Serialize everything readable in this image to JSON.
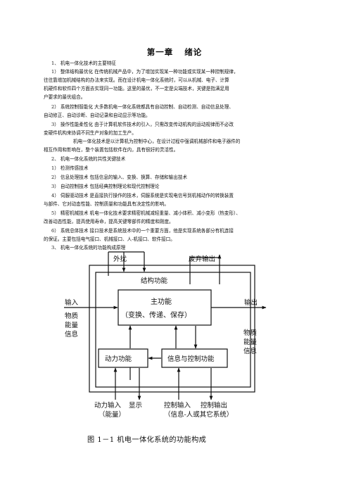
{
  "chapter": {
    "number": "第一章",
    "name": "绪论"
  },
  "lines": [
    "1、  机电一体化技术的主要特征",
    "1）  整体结构最优化  在传统机械产品中，为了增加实现某一种功能或实现某一种控制规律，",
    "往往靠增加机械结构的办法来实现。而在设计机电一体化系统时，可以从机械、电子、计算",
    "机硬件和软件四个方面去实现同一功能。这里的最优，不一定是尖端技术，关键是指满足用",
    "户要求的最优组合。",
    "2）  系统控制智能化  大多数机电一体化系统都具有自动控制、自动检测、自动信息处理、",
    "自动修正、自动诊断、自动记录和自动显示等功能。",
    "3）  操作性能柔性化  由于计算机软件技术的引入，只需改变传动机构的运动规律而不必改",
    "变硬件机构来协调不同生产对象的加工生产。",
    "机电一体化技术是以计算机为控制中心，在设计过程中强调机械部件和电子器件的",
    "相互作用和影响在，整个装置包括软件在内，具有很好的灵活性。",
    "2、  机电一体化系统的共性关键技术",
    "1）  检测传感技术",
    "2）  信息处理技术  包括信息的输入、变换、换算、存储和输出技术",
    "3）  自动控制技术  包括经典控制理论和现代控制理论",
    "4）  伺服驱动技术  是直接执行操作的技术，伺服系统是实现电信号到机械动作的转换装置",
    "与部件、它对动态性能、控制质量和功能具有决定性的影响。",
    "5）  精密机械技术  机电一体化技术要求精密机械减轻重量、减小体积、减小变形（热变形）、",
    "改善动态性能，提高使用寿命，提高关键零部件的精度和刚度。",
    "6）  系统总体技术  接口技术是系统技术中的一个重要方面，他是实现系统各部分有机连接",
    "的保证。主要包括电气接口、机械接口、人-机接口、软件接口。",
    "3、  机电一体化系统的功能构成原理"
  ],
  "diagram": {
    "disturbance": "外扰",
    "waste_output": "废弃输出",
    "structure_function": "结构功能",
    "input": "输入",
    "output": "输出",
    "input_flows": [
      "物质",
      "能量",
      "信息"
    ],
    "output_flows": [
      "物质",
      "能量",
      "信息"
    ],
    "main_function": "主功能",
    "main_function_detail": "（变换、传递、保存）",
    "power_function": "动力功能",
    "info_control_function": "信息与控制功能",
    "power_input": "动力输入",
    "energy": "（能量）",
    "display": "显示",
    "control_input": "控制输入",
    "control_output": "控制输出",
    "info_other": "（信息-人或其它系统）"
  },
  "caption": "图 1－1    机电一体化系统的功能构成"
}
